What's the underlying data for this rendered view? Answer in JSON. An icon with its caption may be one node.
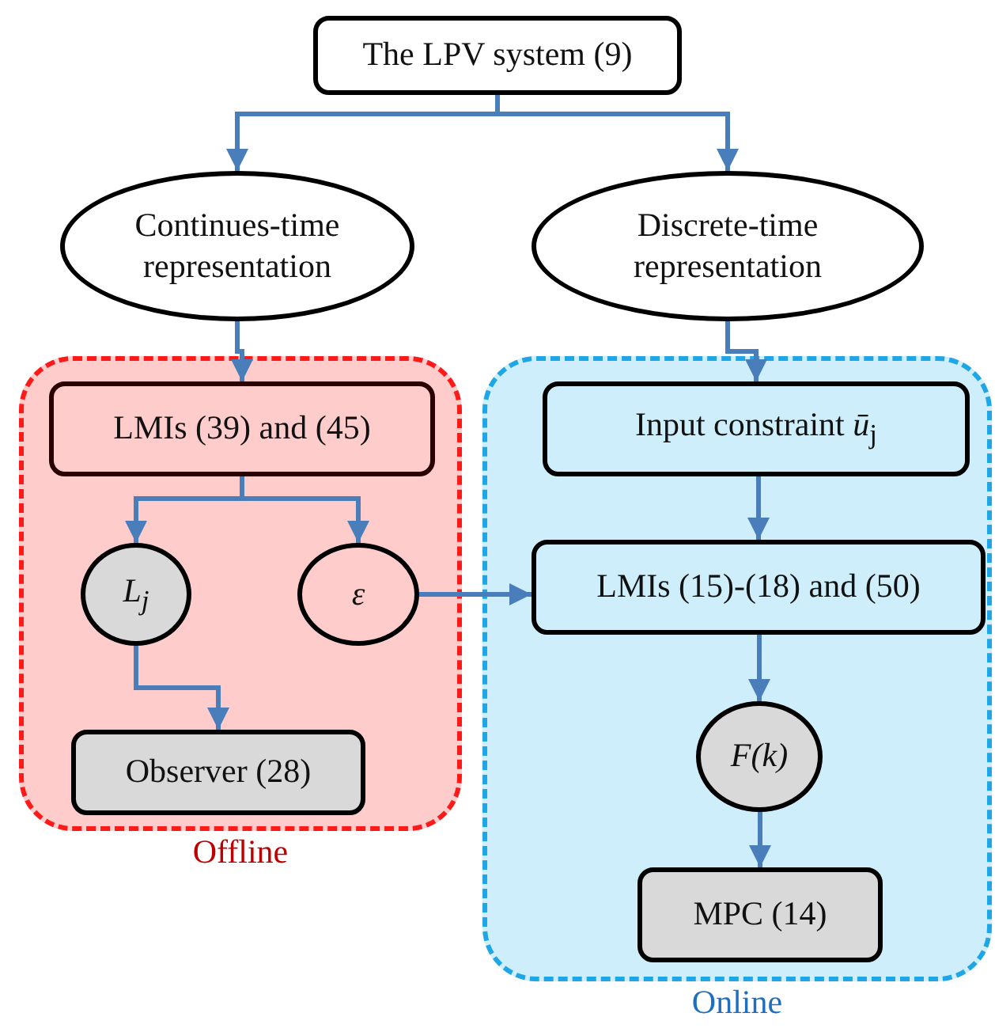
{
  "diagram": {
    "nodes": [
      {
        "text": [
          "The LPV system (9)"
        ]
      },
      {
        "text": [
          "Continues-time representation"
        ]
      },
      {
        "text": [
          "Discrete-time representation"
        ]
      },
      {
        "text": [
          "Offline"
        ]
      },
      {
        "text": [
          "Online"
        ]
      },
      {
        "text": [
          "LMIs (39) and (45)"
        ],
        "in": 3
      },
      {
        "text": [
          "L$_{j}$"
        ],
        "in": 3
      },
      {
        "text": [
          "ε"
        ],
        "in": 3
      },
      {
        "text": [
          "Observer (28)"
        ],
        "in": 3
      },
      {
        "text": [
          "Input constraint *ū*$_{j}$"
        ],
        "in": 4
      },
      {
        "text": [
          "LMIs (15)-(18) and (50)"
        ],
        "in": 4
      },
      {
        "text": [
          "F(k)"
        ],
        "in": 4
      },
      {
        "text": [
          "MPC (14)"
        ],
        "in": 4
      }
    ],
    "edges": [
      {
        "from": 0,
        "to": 1,
        "arrow": "to"
      },
      {
        "from": 0,
        "to": 2,
        "arrow": "to"
      },
      {
        "from": 1,
        "to": 5,
        "arrow": "to"
      },
      {
        "from": 2,
        "to": 9,
        "arrow": "to"
      },
      {
        "from": 5,
        "to": 6,
        "arrow": "to"
      },
      {
        "from": 5,
        "to": 7,
        "arrow": "to"
      },
      {
        "from": 6,
        "to": 8,
        "arrow": "to"
      },
      {
        "from": 7,
        "to": 10,
        "arrow": "to"
      },
      {
        "from": 9,
        "to": 10,
        "arrow": "to"
      },
      {
        "from": 10,
        "to": 11,
        "arrow": "to"
      },
      {
        "from": 11,
        "to": 12,
        "arrow": "to"
      }
    ]
  }
}
